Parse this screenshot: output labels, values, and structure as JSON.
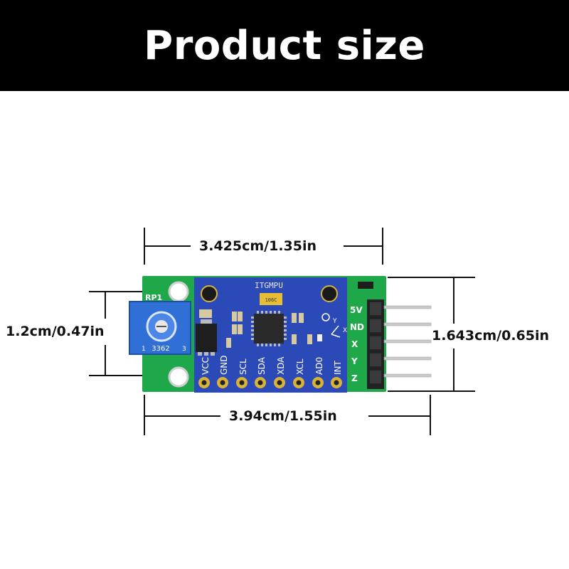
{
  "header": {
    "title": "Product size"
  },
  "dimensions": {
    "top_width": "3.425cm/1.35in",
    "bottom_width": "3.94cm/1.55in",
    "left_height": "1.2cm/0.47in",
    "right_height": "1.643cm/0.65in"
  },
  "board": {
    "pot_label": "RP1",
    "pot_code": "3362",
    "pot_pins": [
      "1",
      "3"
    ],
    "chip_label": "ITGMPU",
    "cap_code": "106C",
    "header_pins": [
      "VCC",
      "GND",
      "SCL",
      "SDA",
      "XDA",
      "XCL",
      "AD0",
      "INT"
    ],
    "right_pins": [
      "5V",
      "ND",
      "X",
      "Y",
      "Z"
    ],
    "axis_labels": [
      "Y",
      "X"
    ]
  },
  "colors": {
    "banner": "#000000",
    "banner_text": "#ffffff",
    "pcb_green": "#1fa84a",
    "pcb_blue": "#2c49b8",
    "pot_blue": "#2f6fd6",
    "gold": "#d8b33a"
  }
}
